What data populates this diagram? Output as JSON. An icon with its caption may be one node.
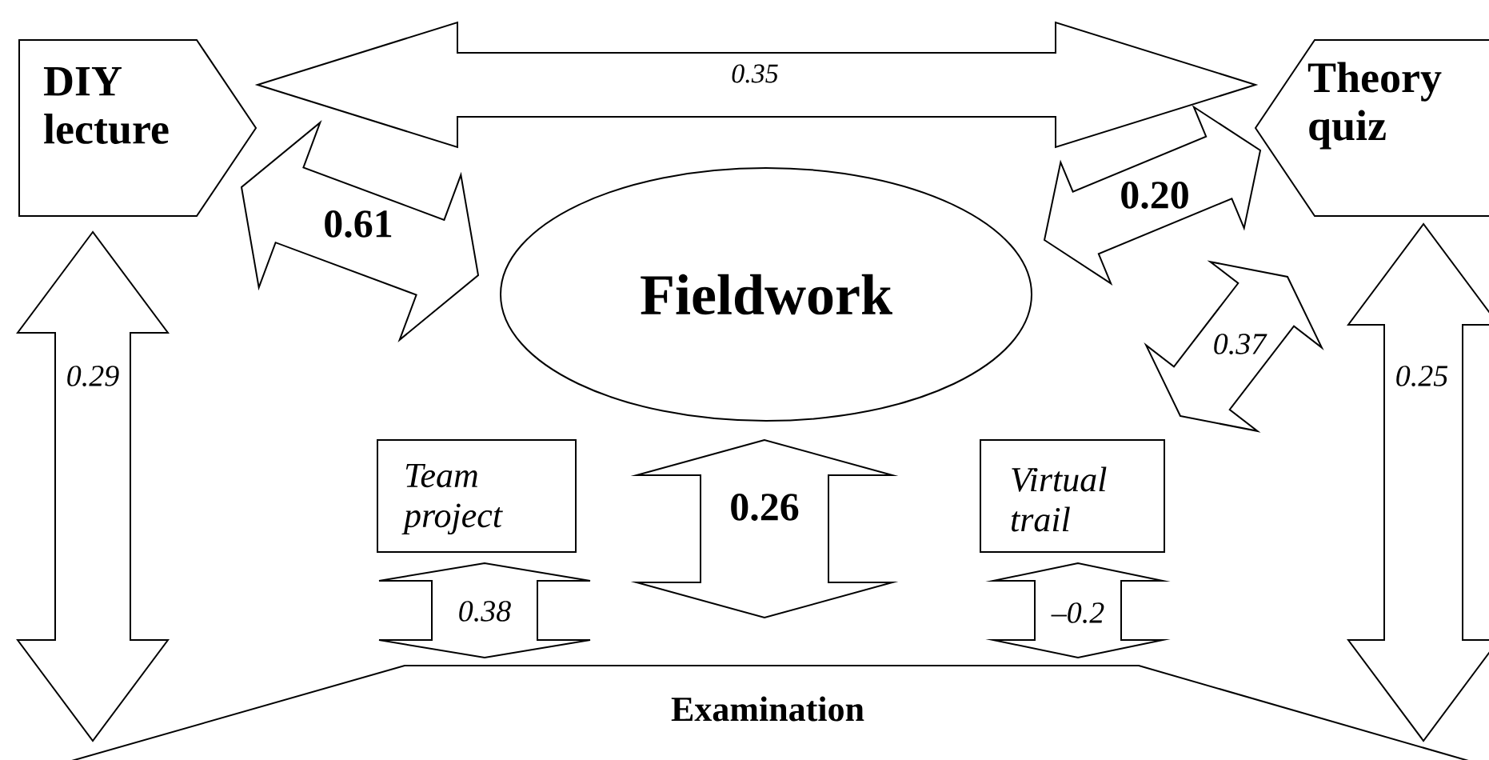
{
  "diagram": {
    "nodes": [
      {
        "text": [
          "DIY lecture"
        ]
      },
      {
        "text": [
          "Theory quiz"
        ]
      },
      {
        "text": [
          "Fieldwork"
        ]
      },
      {
        "text": [
          "Team project"
        ]
      },
      {
        "text": [
          "Virtual trail"
        ]
      },
      {
        "text": [
          "Examination"
        ]
      }
    ],
    "edges": [
      {
        "from": 0,
        "to": 1,
        "arrow": "both",
        "label": "0.35"
      },
      {
        "from": 0,
        "to": 2,
        "arrow": "both",
        "label": "0.61"
      },
      {
        "from": 2,
        "to": 1,
        "arrow": "both",
        "label": "0.20"
      },
      {
        "from": 4,
        "to": 1,
        "arrow": "both",
        "label": "0.37"
      },
      {
        "from": 0,
        "to": 5,
        "arrow": "both",
        "label": "0.29"
      },
      {
        "from": 1,
        "to": 5,
        "arrow": "both",
        "label": "0.25"
      },
      {
        "from": 3,
        "to": 5,
        "arrow": "both",
        "label": "0.38"
      },
      {
        "from": 2,
        "to": 5,
        "arrow": "both",
        "label": "0.26"
      },
      {
        "from": 4,
        "to": 5,
        "arrow": "both",
        "label": "–0.2"
      }
    ]
  }
}
